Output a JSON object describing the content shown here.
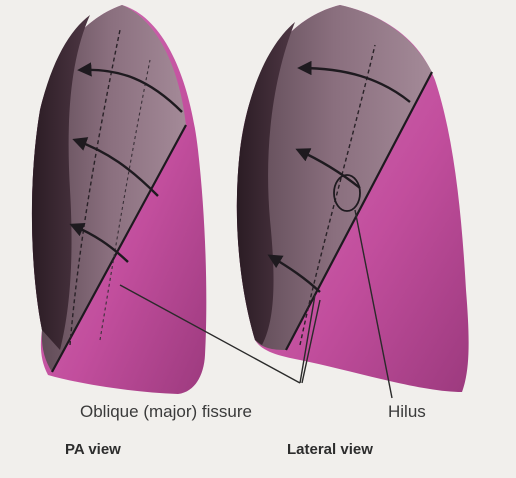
{
  "labels": {
    "fissure": "Oblique (major) fissure",
    "hilus": "Hilus"
  },
  "views": {
    "pa": "PA view",
    "lateral": "Lateral view"
  },
  "colors": {
    "background": "#f1efec",
    "lower_lobe": "#c24e9d",
    "upper_lobe": "#8a6a7a",
    "posterior_shadow": "#3a2630",
    "lines": "#1e1a1f"
  }
}
